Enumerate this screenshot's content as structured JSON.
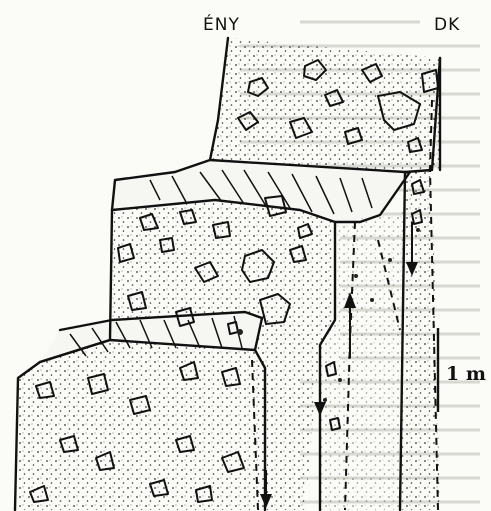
{
  "labels": {
    "left_direction": "ÉNY",
    "right_direction": "DK",
    "scale": "1 m"
  }
}
